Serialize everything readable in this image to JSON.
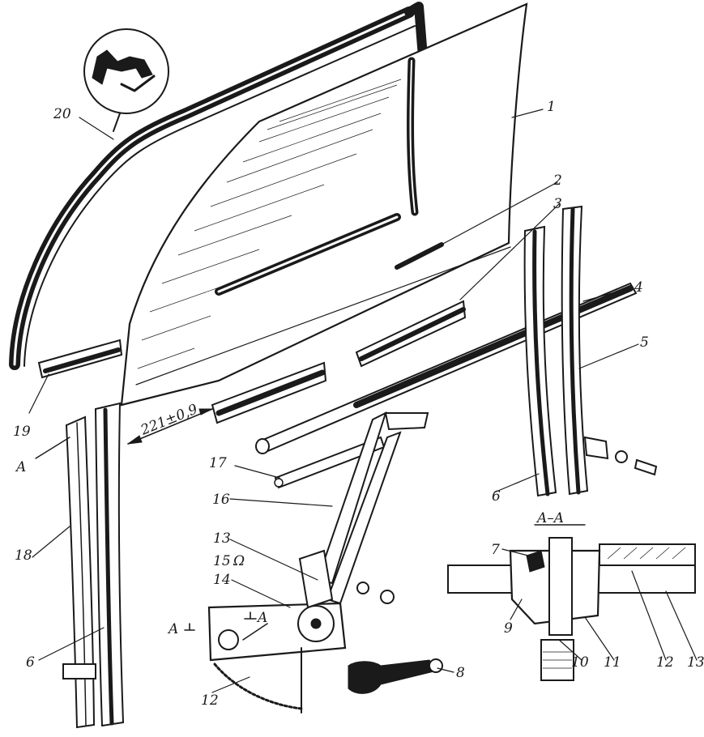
{
  "figure": {
    "labels": [
      {
        "id": "1",
        "text": "1"
      },
      {
        "id": "2",
        "text": "2"
      },
      {
        "id": "3",
        "text": "3"
      },
      {
        "id": "4",
        "text": "4"
      },
      {
        "id": "5",
        "text": "5"
      },
      {
        "id": "6a",
        "text": "6"
      },
      {
        "id": "6b",
        "text": "6"
      },
      {
        "id": "7",
        "text": "7"
      },
      {
        "id": "8",
        "text": "8"
      },
      {
        "id": "9",
        "text": "9"
      },
      {
        "id": "10",
        "text": "10"
      },
      {
        "id": "11",
        "text": "11"
      },
      {
        "id": "12a",
        "text": "12"
      },
      {
        "id": "12b",
        "text": "12"
      },
      {
        "id": "13a",
        "text": "13"
      },
      {
        "id": "13b",
        "text": "13"
      },
      {
        "id": "14",
        "text": "14"
      },
      {
        "id": "15",
        "text": "15"
      },
      {
        "id": "16",
        "text": "16"
      },
      {
        "id": "17",
        "text": "17"
      },
      {
        "id": "18",
        "text": "18"
      },
      {
        "id": "19",
        "text": "19"
      },
      {
        "id": "20",
        "text": "20"
      },
      {
        "id": "A1",
        "text": "A"
      },
      {
        "id": "A2",
        "text": "A"
      },
      {
        "id": "A3",
        "text": "A"
      }
    ],
    "dimension": "221±0,9",
    "section_title": "A–A",
    "omega": "Ω"
  }
}
